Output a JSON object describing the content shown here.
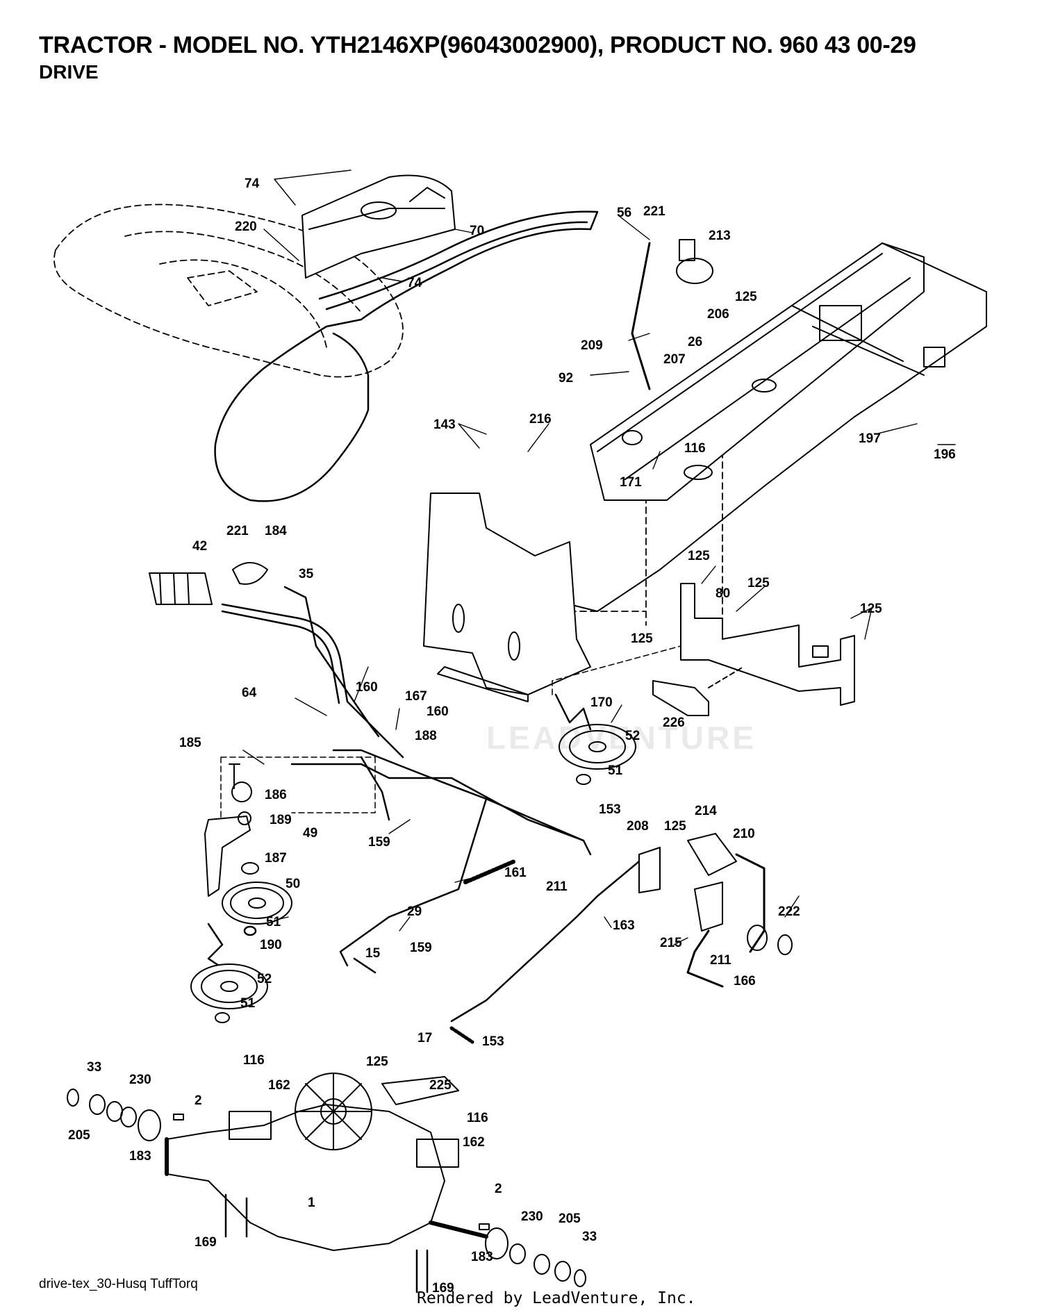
{
  "header": {
    "title": "TRACTOR - MODEL NO. YTH2146XP(96043002900), PRODUCT NO. 960 43 00-29",
    "subtitle": "DRIVE"
  },
  "watermark": "LEADVENTURE",
  "footer": {
    "left": "drive-tex_30-Husq TuffTorq",
    "center": "Rendered by LeadVenture, Inc."
  },
  "callouts": {
    "c74a": "74",
    "c70": "70",
    "c220": "220",
    "c74b": "74",
    "c56": "56",
    "c221a": "221",
    "c213": "213",
    "c125a": "125",
    "c209": "209",
    "c206": "206",
    "c26": "26",
    "c207": "207",
    "c92": "92",
    "c116a": "116",
    "c143": "143",
    "c216": "216",
    "c171": "171",
    "c197": "197",
    "c196": "196",
    "c42": "42",
    "c221b": "221",
    "c184": "184",
    "c35": "35",
    "c125b": "125",
    "c80": "80",
    "c125c": "125",
    "c125d": "125",
    "c125e": "125",
    "c64": "64",
    "c160a": "160",
    "c167": "167",
    "c160b": "160",
    "c188": "188",
    "c170": "170",
    "c52a": "52",
    "c226": "226",
    "c185": "185",
    "c186": "186",
    "c51a": "51",
    "c189": "189",
    "c49": "49",
    "c159a": "159",
    "c153a": "153",
    "c214": "214",
    "c208": "208",
    "c125f": "125",
    "c210": "210",
    "c187": "187",
    "c50": "50",
    "c161": "161",
    "c211a": "211",
    "c222": "222",
    "c29": "29",
    "c163": "163",
    "c51b": "51",
    "c190": "190",
    "c15": "15",
    "c159b": "159",
    "c215": "215",
    "c211b": "211",
    "c166": "166",
    "c52b": "52",
    "c51c": "51",
    "c17": "17",
    "c153b": "153",
    "c33a": "33",
    "c116b": "116",
    "c125g": "125",
    "c225": "225",
    "c230a": "230",
    "c162a": "162",
    "c2a": "2",
    "c116c": "116",
    "c205a": "205",
    "c183a": "183",
    "c162b": "162",
    "c2b": "2",
    "c1": "1",
    "c230b": "230",
    "c205b": "205",
    "c169a": "169",
    "c33b": "33",
    "c183b": "183",
    "c169b": "169"
  }
}
